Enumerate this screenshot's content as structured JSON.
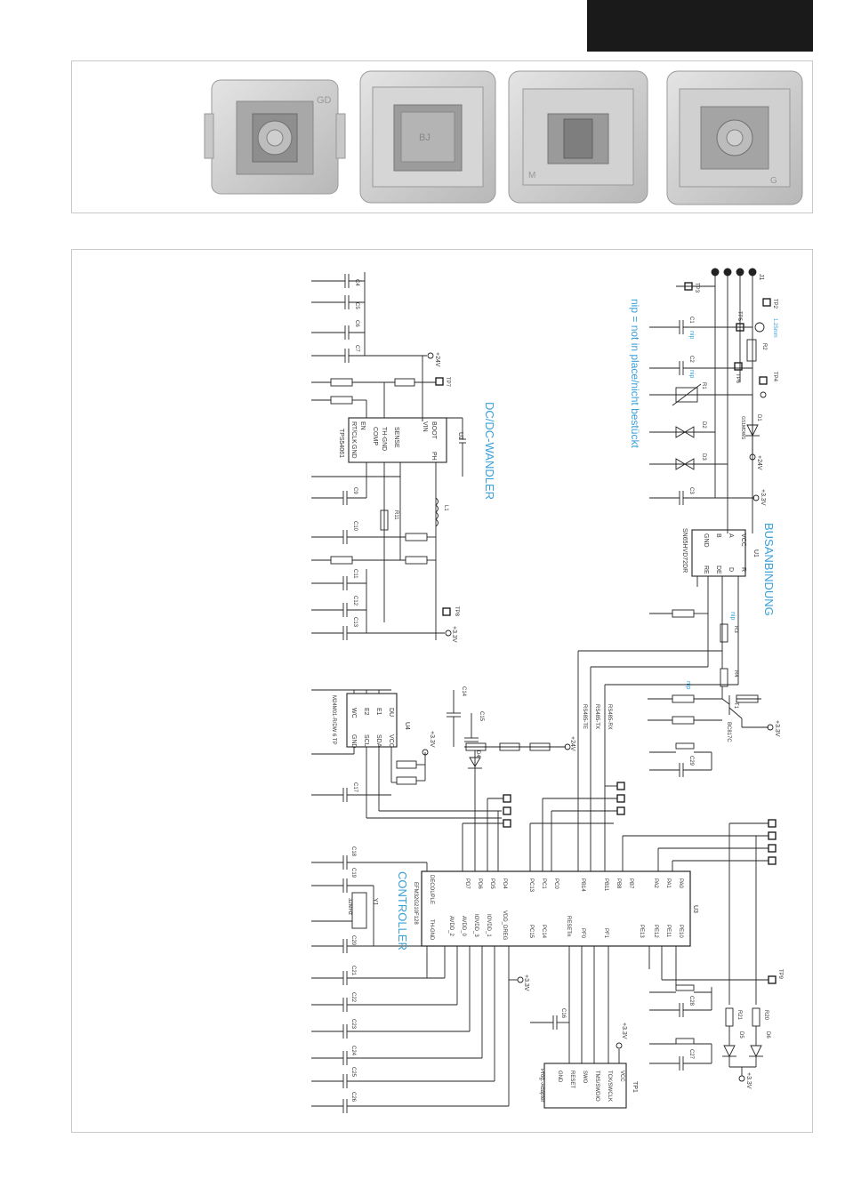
{
  "photos": [
    {
      "mark": "GD"
    },
    {
      "mark": "BJ"
    },
    {
      "mark": "M"
    },
    {
      "mark": "G"
    }
  ],
  "titles": {
    "dcdc": "DC/DC-WANDLER",
    "bus": "BUSANBINDUNG",
    "controller": "CONTROLLER",
    "nip_note": "nip = not in place/nicht bestückt"
  },
  "ics": {
    "u2": {
      "ref": "U2",
      "part": "TPS54061",
      "pins_left": [
        "BOOT",
        "VIN",
        "SENSE",
        "TH-GND",
        "COMP"
      ],
      "pins_right": [
        "EN",
        "RT/CLK",
        "GND",
        "PH"
      ]
    },
    "u1": {
      "ref": "U1",
      "part": "SN65HVD72DR",
      "pins": [
        "VCC",
        "A",
        "B",
        "GND",
        "RE",
        "DE",
        "D",
        "R"
      ]
    },
    "u4": {
      "ref": "U4",
      "part": "M24M01-R/DW 6 TP",
      "pins": [
        "VCC",
        "SDA",
        "SCL",
        "GND",
        "E1",
        "E2",
        "WC",
        "DU"
      ]
    },
    "u3": {
      "ref": "U3",
      "part": "EFM32G210F128",
      "pins_top": [
        "DECOUPLE",
        "PD7",
        "PD6",
        "PD5",
        "PD4",
        "PC13",
        "PC1",
        "PC0",
        "PB14",
        "PB11",
        "PB8",
        "PB7",
        "PA2",
        "PA1",
        "PA0"
      ],
      "pins_bottom": [
        "TH-GND",
        "AVDD_2",
        "AVDD_0",
        "IOVDD_3",
        "IOVDD_1",
        "VDD_DREG",
        "PC15",
        "PC14",
        "RESETn",
        "PF0",
        "PF1",
        "PE13",
        "PE12",
        "PE11",
        "PE10"
      ]
    },
    "tp1": {
      "ref": "TP1",
      "part": "Prog.-Adapter",
      "pins": [
        "VCC",
        "TCK/SWCLK",
        "TMS/SWDIO",
        "SWO",
        "RESET",
        "GND"
      ]
    },
    "y1": {
      "ref": "Y1",
      "part": "32MHz"
    }
  },
  "nets": {
    "v24": "+24V",
    "v33": "+3.3V",
    "v24a": "+24V"
  },
  "labels": {
    "j1": "J1",
    "fuse": "1.25mm",
    "rs485": [
      "RS485-TE",
      "RS485-TX",
      "RS485-RX"
    ],
    "testpoints": [
      "TP2",
      "TP3",
      "TP4",
      "TP5",
      "TP6",
      "TP7",
      "TP8",
      "TP9"
    ],
    "transistor": "T1",
    "transistor_part": "BC817C",
    "d1": "D1",
    "d1_part": "GS1MDWG",
    "d2": "D2",
    "d3": "D3",
    "d4": "D4",
    "d5": "D5",
    "d6": "D6",
    "l1": "L1",
    "nip": "nip"
  },
  "caps_top": [
    "C4",
    "C5",
    "C6",
    "C7"
  ],
  "caps_mid": [
    "C9",
    "C10",
    "C11",
    "C12",
    "C13"
  ],
  "caps_u4": [
    "C17"
  ],
  "caps_ctrl": [
    "C18",
    "C19",
    "C20",
    "C21",
    "C22",
    "C23",
    "C24",
    "C25",
    "C26"
  ],
  "caps_bus": [
    "C1",
    "C2",
    "C3",
    "C14",
    "C15",
    "C16",
    "C27",
    "C28",
    "C29"
  ],
  "resistors": [
    "R1",
    "R2",
    "R3",
    "R4",
    "R11",
    "R20",
    "R21"
  ]
}
